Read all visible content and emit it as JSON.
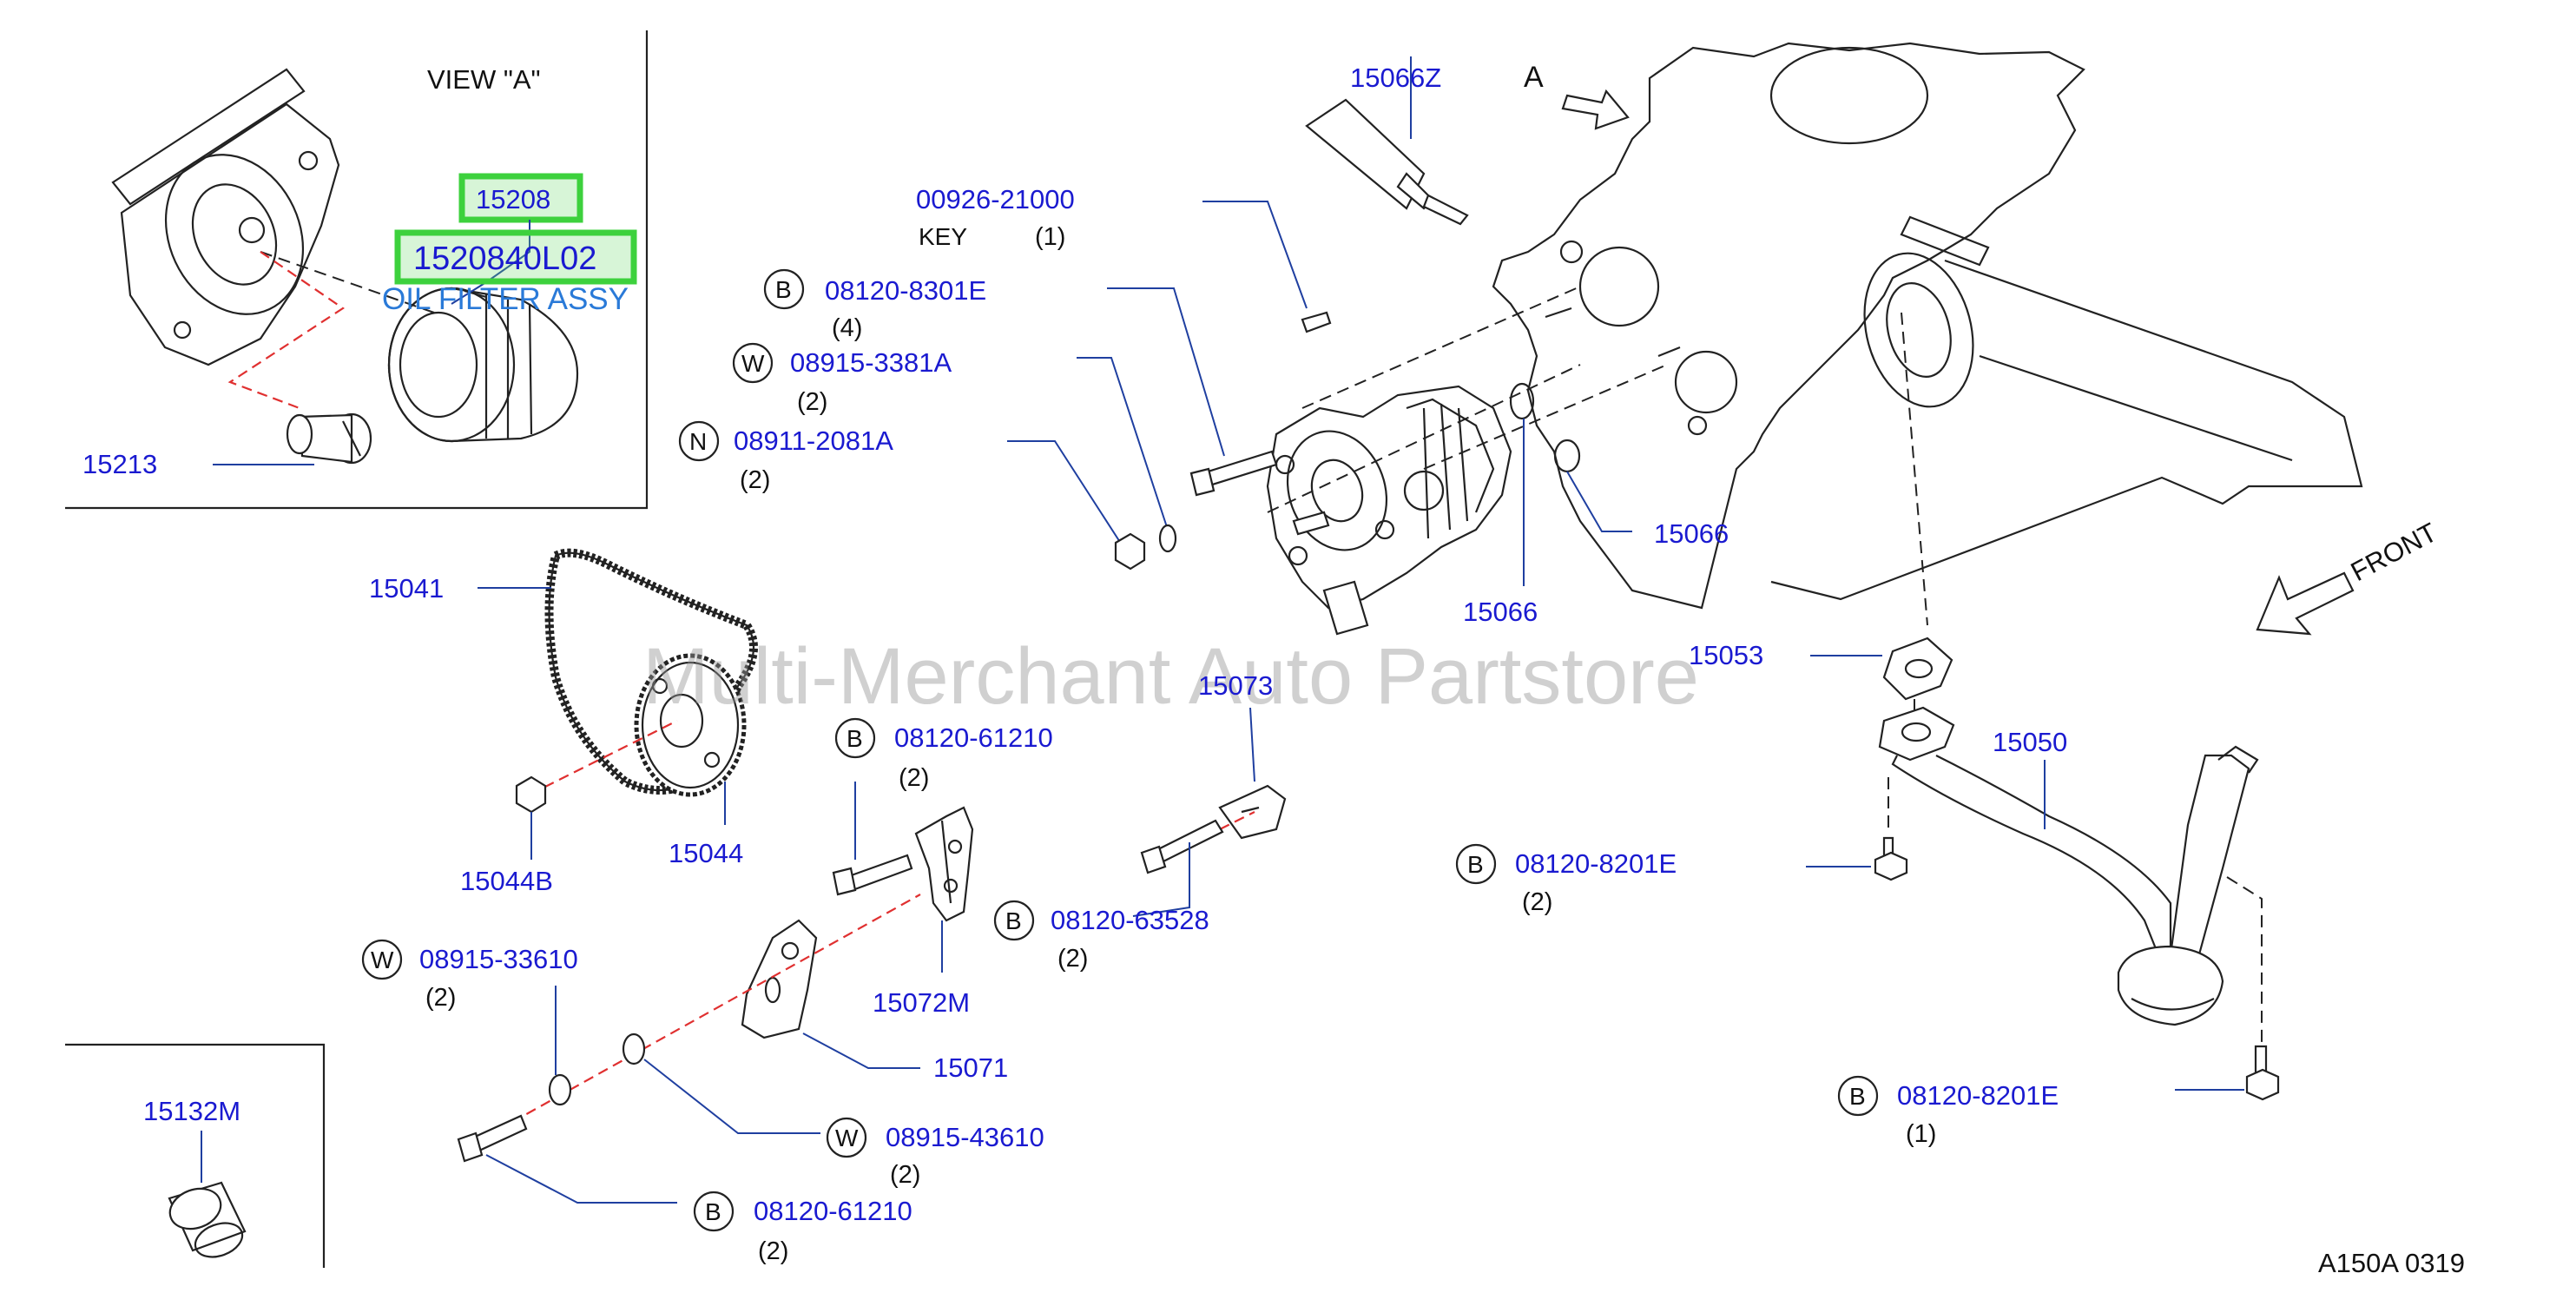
{
  "view_label": "VIEW  \"A\"",
  "view_marker": "A",
  "front_label": "FRONT",
  "watermark": "Multi-Merchant Auto Partstore",
  "diagram_code": "A150A   0319",
  "highlight": {
    "part_number": "15208",
    "alt_number": "1520840L02",
    "description": "OIL FILTER ASSY"
  },
  "parts": {
    "p15213": "15213",
    "p15066z": "15066Z",
    "p00926": "00926-21000",
    "key_label": "KEY",
    "key_qty": "(1)",
    "b8301e": "08120-8301E",
    "b8301e_qty": "(4)",
    "w3381a": "08915-3381A",
    "w3381a_qty": "(2)",
    "n2081a": "08911-2081A",
    "n2081a_qty": "(2)",
    "p15066a": "15066",
    "p15066b": "15066",
    "p15041": "15041",
    "p15053": "15053",
    "p15073": "15073",
    "b61210a": "08120-61210",
    "b61210a_qty": "(2)",
    "p15050": "15050",
    "p15044b": "15044B",
    "p15044": "15044",
    "b8201e_a": "08120-8201E",
    "b8201e_a_qty": "(2)",
    "b63528": "08120-63528",
    "b63528_qty": "(2)",
    "w33610": "08915-33610",
    "w33610_qty": "(2)",
    "p15072m": "15072M",
    "p15071": "15071",
    "p15132m": "15132M",
    "w43610": "08915-43610",
    "w43610_qty": "(2)",
    "b8201e_b": "08120-8201E",
    "b8201e_b_qty": "(1)",
    "b61210b": "08120-61210",
    "b61210b_qty": "(2)"
  },
  "circle_letters": {
    "bolt": "B",
    "washer": "W",
    "nut": "N"
  }
}
